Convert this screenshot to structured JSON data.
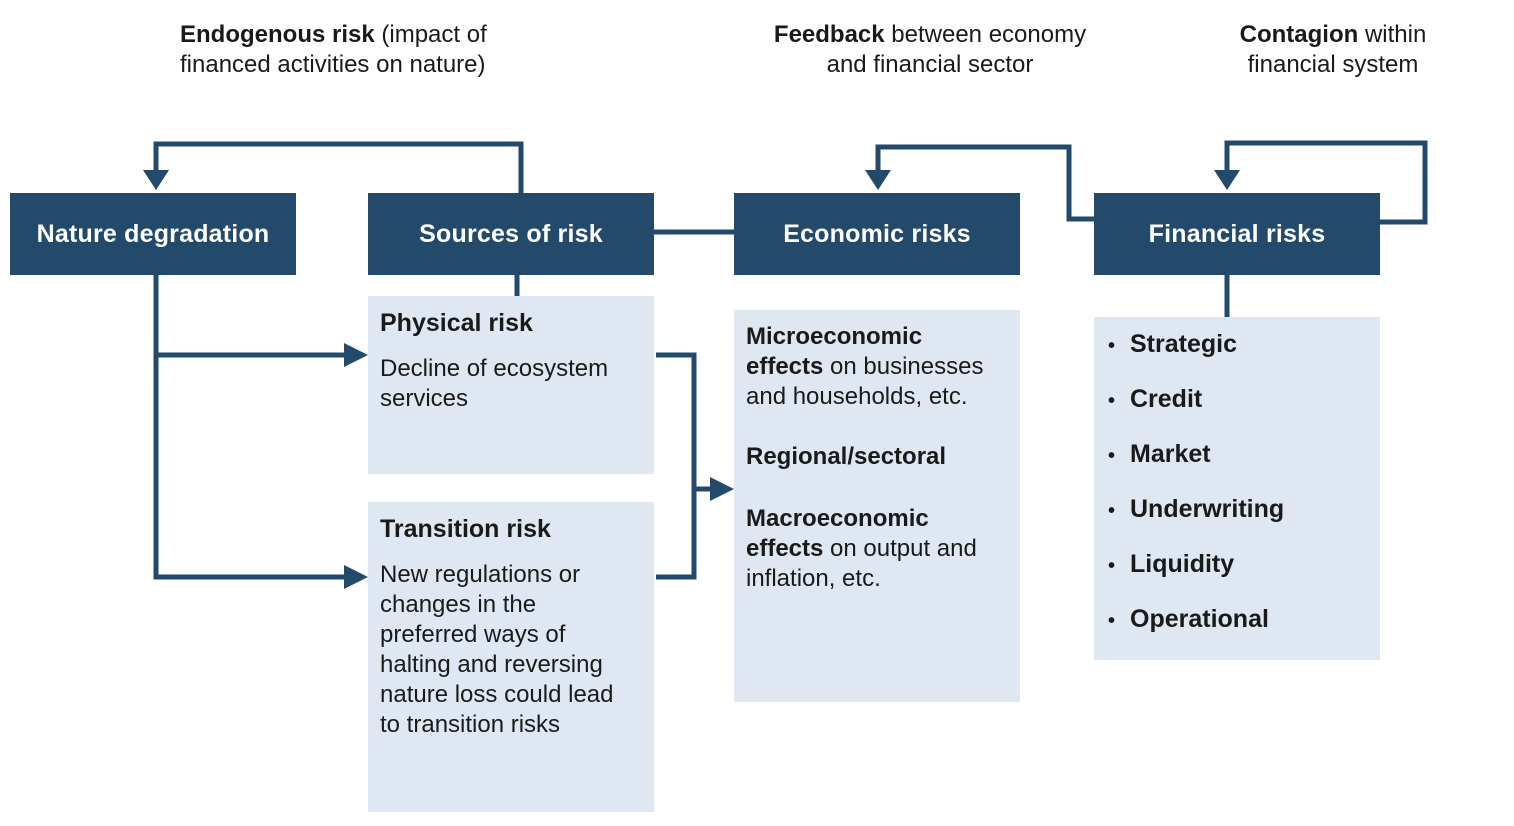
{
  "captions": {
    "endogenous": {
      "bold": "Endogenous risk",
      "rest_line1": " (impact of",
      "line2": "financed activities on nature)"
    },
    "feedback": {
      "bold": "Feedback",
      "rest_line1": " between economy",
      "line2": "and financial sector"
    },
    "contagion": {
      "bold": "Contagion",
      "rest_line1": " within",
      "line2": "financial system"
    }
  },
  "boxes": {
    "nature": "Nature degradation",
    "sources": "Sources of risk",
    "economic": "Economic risks",
    "financial": "Financial risks"
  },
  "physical": {
    "title": "Physical risk",
    "line1": "Decline of ecosystem",
    "line2": "services"
  },
  "transition": {
    "title": "Transition risk",
    "lines": [
      "New regulations or",
      "changes in the",
      "preferred ways of",
      "halting and reversing",
      "nature loss could lead",
      "to transition risks"
    ]
  },
  "economic_panel": {
    "micro": {
      "bold1": "Microeconomic",
      "bold2": "effects",
      "rest2": " on businesses",
      "line3": "and households, etc."
    },
    "regional": "Regional/sectoral",
    "macro": {
      "bold1": "Macroeconomic",
      "bold2": "effects",
      "rest2": " on output and",
      "line3": "inflation, etc."
    }
  },
  "financial_list": [
    "Strategic",
    "Credit",
    "Market",
    "Underwriting",
    "Liquidity",
    "Operational"
  ],
  "bullet": "•",
  "colors": {
    "dark_blue": "#234a6b",
    "panel": "#dfe8f2"
  }
}
